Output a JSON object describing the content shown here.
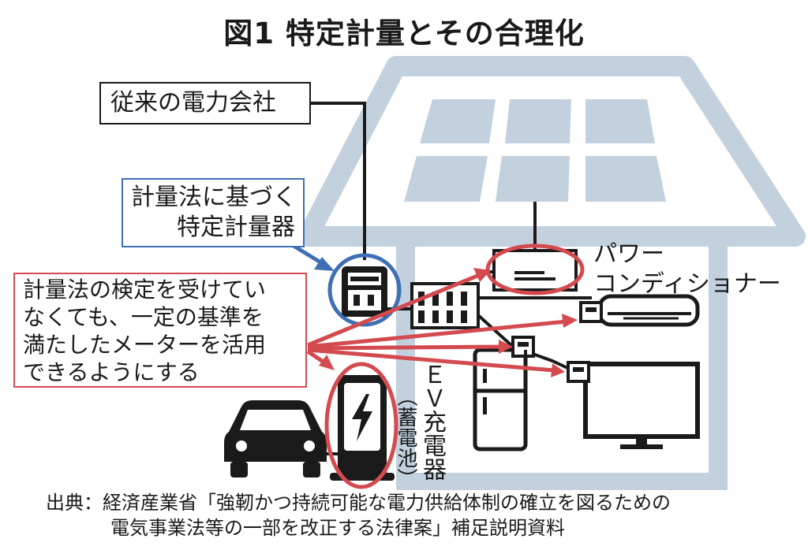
{
  "title": "図1  特定計量とその合理化",
  "labels": {
    "utility": "従来の電力会社",
    "meter_line1": "計量法に基づく",
    "meter_line2": "特定計量器",
    "rule_line1": "計量法の検定を受けてい",
    "rule_line2": "なくても、一定の基準を",
    "rule_line3": "満たしたメーターを活用",
    "rule_line4": "できるようにする",
    "pcs_line1": "パワー",
    "pcs_line2": "コンディショナー",
    "ev_charger": "ＥＶ充電器",
    "ev_storage": "（蓄電池）"
  },
  "source_line1": "出典：経済産業省「強靭かつ持続可能な電力供給体制の確立を図るための",
  "source_line2": "電気事業法等の一部を改正する法律案」補足説明資料",
  "colors": {
    "house": "#c3d1de",
    "house_roof_stroke": "#c3d1de",
    "red": "#d34a4f",
    "blue": "#3f6fb5",
    "black": "#1a1a1a"
  }
}
